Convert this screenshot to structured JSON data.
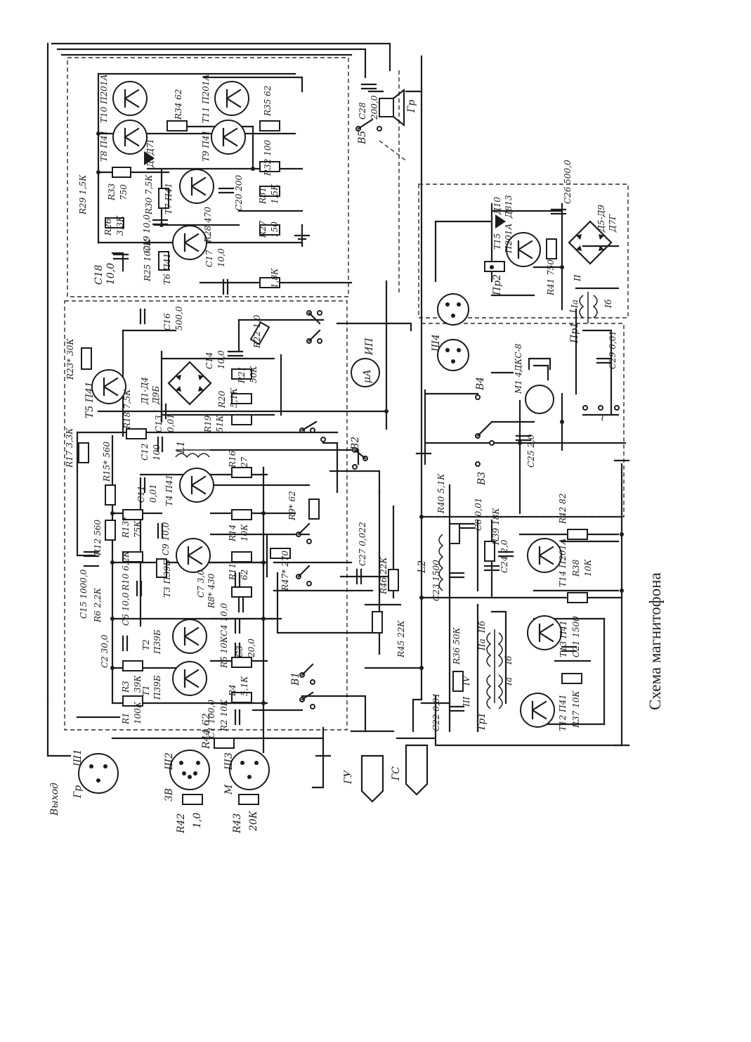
{
  "caption": "Схема магнитофона",
  "labels": {
    "vyhod": "Выход",
    "sh1": "Ш1",
    "gr": "Гр",
    "sh2": "Ш2",
    "sh3": "Ш3",
    "zv": "ЗВ",
    "m": "М",
    "r42": "R42",
    "r42v": "1,0",
    "r43": "R43",
    "r43v": "20К",
    "r44": "R44 62",
    "gu": "ГУ",
    "gs": "ГС",
    "c28": "C28",
    "c28v": "200,0",
    "v5": "В5",
    "gr2": "Гр",
    "t10": "Т10 П201А",
    "t11": "Т11 П201А",
    "r34": "R34 62",
    "r35": "R35 62",
    "t8": "Т8 П41",
    "t9": "Т9 П41",
    "d5": "Д5Д7Г",
    "r29": "R29 1,5К",
    "r33": "R33",
    "r33v": "750",
    "r30": "R30 7,5К",
    "t7": "Т7 П41",
    "c20": "C20 200",
    "r32": "R32 100",
    "r31": "R31",
    "r31v": "1,5К",
    "r26": "R26",
    "r26v": "3,3К",
    "c19": "C19 10,0",
    "r28": "R28 470",
    "r27": "R27",
    "r27v": "150",
    "c18": "C18",
    "c18v": "10,0",
    "r25": "R25 100К",
    "t6": "Т6 П41",
    "c17": "C17",
    "c17v": "10,0",
    "r18k": "1,8К",
    "r23": "R23* 30К",
    "t5": "Т5 П41",
    "c16": "C16",
    "c16v": "500,0",
    "d1": "Д1-Д4",
    "d9": "Д9Б",
    "c14": "C14",
    "c14v": "10,0",
    "r22": "R22 1,0",
    "r21": "R21",
    "r21v": "50К",
    "ua": "μА",
    "ip": "ИП",
    "r20": "R20",
    "r20v": "5,1К",
    "r19": "R19",
    "r19v": "51К",
    "r18": "R18 7,5К",
    "c13": "C13",
    "c13v": "0,01",
    "c12": "C12",
    "c12v": "100",
    "l1": "L1",
    "v2": "В2",
    "r17": "R17 3,3К",
    "r15": "R15* 560",
    "c11": "C11",
    "c11v": "0,01",
    "t4": "Т4 П41",
    "r16": "R16",
    "r16v": "27",
    "r12": "R12 560",
    "r13": "R13*",
    "r13v": "75К",
    "c9": "C9 10,0",
    "r14": "R14",
    "r14v": "10К",
    "r9": "R9* 62",
    "c15": "C15 1000,0",
    "r10": "R10 6,2К",
    "c6": "C6 10,0",
    "t3": "Т3 П39Б",
    "r11": "R11",
    "r11v": "62",
    "c7": "C7 3,0",
    "r8": "R8* 430",
    "r47": "R47* 270",
    "c27": "C27 0,022",
    "r46": "R46 22К",
    "r6": "R6 2,2К",
    "c4": "C4 10,0",
    "c2": "C2 30,0",
    "t2": "Т2",
    "t2v": "П39Б",
    "r5": "R5 10К",
    "c3": "C3",
    "c3v": "20,0",
    "r45": "R45 22К",
    "r3": "R3",
    "r3v": "39К",
    "v1": "В1",
    "t1": "Т1",
    "t1v": "П39Б",
    "r4": "R4",
    "r4v": "5,1К",
    "r1": "R1",
    "r1v": "100К",
    "r2": "R2 10К",
    "c1": "C1 100,0",
    "sh4": "Ш4",
    "v4": "В4",
    "m1": "М1 4ДКС-8",
    "v3": "В3",
    "c25": "C25 2,0",
    "r40": "R40 5,1К",
    "c8": "C8 0,01",
    "r39": "R39 18К",
    "c24": "C24 2,0",
    "t14": "Т14 П201А",
    "r42b": "R42 82",
    "r38": "R38",
    "r38v": "10К",
    "l2": "L2",
    "c23": "C23 1500",
    "r36": "R36 50К",
    "t13": "Т13 П41",
    "c21": "C21 1500",
    "t12": "Т12 П41",
    "r37": "R37 10К",
    "c22": "C22 0,01",
    "tr1": "Тр1",
    "t15": "Т15",
    "t15v": "П201А",
    "d10": "Д10",
    "d10v": "Д813",
    "c26": "C26 500,0",
    "pr2": "Пр2",
    "r41": "R41 750",
    "d5d9": "Д5-Д9",
    "d7g": "Д7Г",
    "pr1": "Пр1",
    "c29": "C29 0,01",
    "w_i": "I",
    "w_ii": "II",
    "w_ia": "Iа",
    "w_ib": "Iб",
    "w_iia": "IIа",
    "w_iib": "IIб",
    "w_iii": "III",
    "w_iv": "IV",
    "tilde": "~"
  },
  "colors": {
    "ink": "#1c1c1c",
    "paper": "#ffffff"
  }
}
